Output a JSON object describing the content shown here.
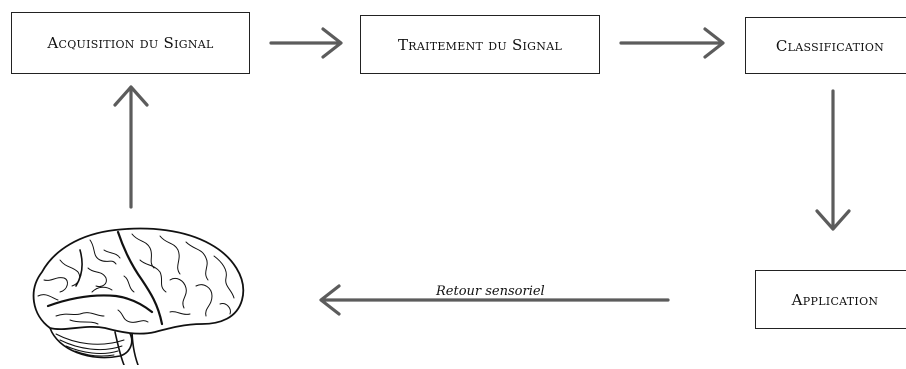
{
  "boxes": {
    "acquisition": "Acquisition du Signal",
    "traitement": "Traitement du Signal",
    "classification": "Classification",
    "application": "Application"
  },
  "feedback_label": "Retour sensoriel",
  "colors": {
    "arrow": "#5c5c5c",
    "border": "#222222",
    "text": "#111111"
  },
  "icons": [
    "brain-illustration"
  ]
}
